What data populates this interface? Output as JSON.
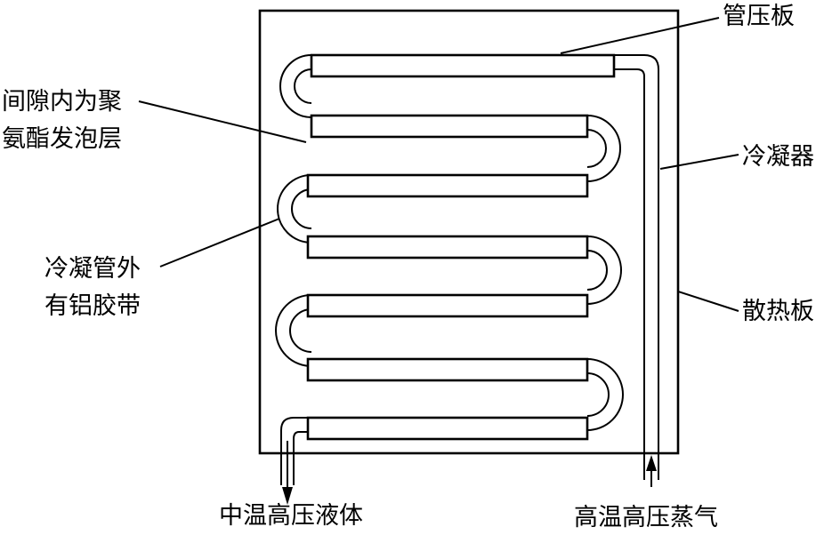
{
  "labels": {
    "tube_pressure_plate": "管压板",
    "gap_foam_line1": "间隙内为聚",
    "gap_foam_line2": "氨酯发泡层",
    "condenser": "冷凝器",
    "tape_line1": "冷凝管外",
    "tape_line2": "有铝胶带",
    "heat_sink_plate": "散热板",
    "outlet": "中温高压液体",
    "inlet": "高温高压蒸气"
  },
  "colors": {
    "stroke": "#000000",
    "background": "#ffffff"
  }
}
